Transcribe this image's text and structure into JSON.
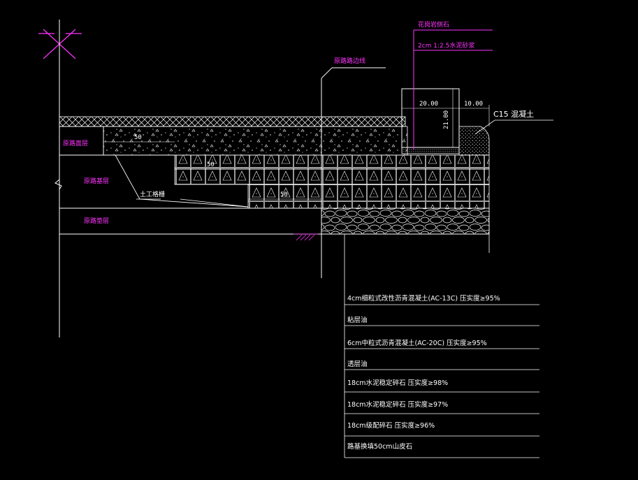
{
  "colors": {
    "background": "#000000",
    "line": "#ffffff",
    "accent": "#ff33ff"
  },
  "callouts": {
    "curb_stone": "花岗岩侧石",
    "mortar": "2cm 1:2.5水泥砂浆",
    "road_edge": "原路路边线",
    "concrete": "C15 混凝土",
    "geogrid": "土工格栅"
  },
  "layer_labels": {
    "surface": "原路面层",
    "base": "原路基层",
    "subbase": "原路垫层"
  },
  "dimensions": {
    "step_surface": "50",
    "step_base": "50",
    "step_subbase": "50",
    "curb_width": "20.00",
    "curb_height": "21.00",
    "side_width": "10.00"
  },
  "notes": [
    "4cm细粒式改性沥青混凝土(AC-13C) 压实度≥95%",
    "粘层油",
    "6cm中粒式沥青混凝土(AC-20C) 压实度≥95%",
    "透层油",
    "18cm水泥稳定碎石   压实度≥98%",
    "18cm水泥稳定碎石   压实度≥97%",
    "18cm级配碎石   压实度≥96%",
    "路基换填50cm山皮石"
  ]
}
